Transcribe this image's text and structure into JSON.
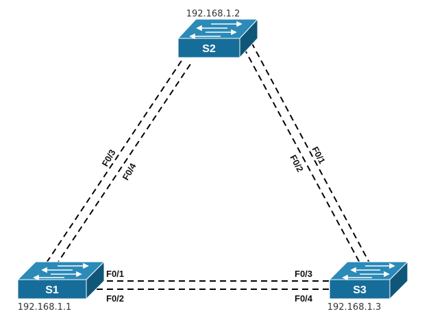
{
  "colors": {
    "switch_front": "#176d99",
    "switch_top": "#2b8ab8",
    "switch_side": "#0f5678",
    "link": "#000000"
  },
  "switches": {
    "s1": {
      "label": "S1",
      "ip": "192.168.1.1"
    },
    "s2": {
      "label": "S2",
      "ip": "192.168.1.2"
    },
    "s3": {
      "label": "S3",
      "ip": "192.168.1.3"
    }
  },
  "ports": {
    "s1_s3_upper_s1": "F0/1",
    "s1_s3_upper_s3": "F0/3",
    "s1_s3_lower_s1": "F0/2",
    "s1_s3_lower_s3": "F0/4",
    "s1_s2_a": "F0/3",
    "s1_s2_b": "F0/4",
    "s2_s3_a": "F0/1",
    "s2_s3_b": "F0/2"
  }
}
